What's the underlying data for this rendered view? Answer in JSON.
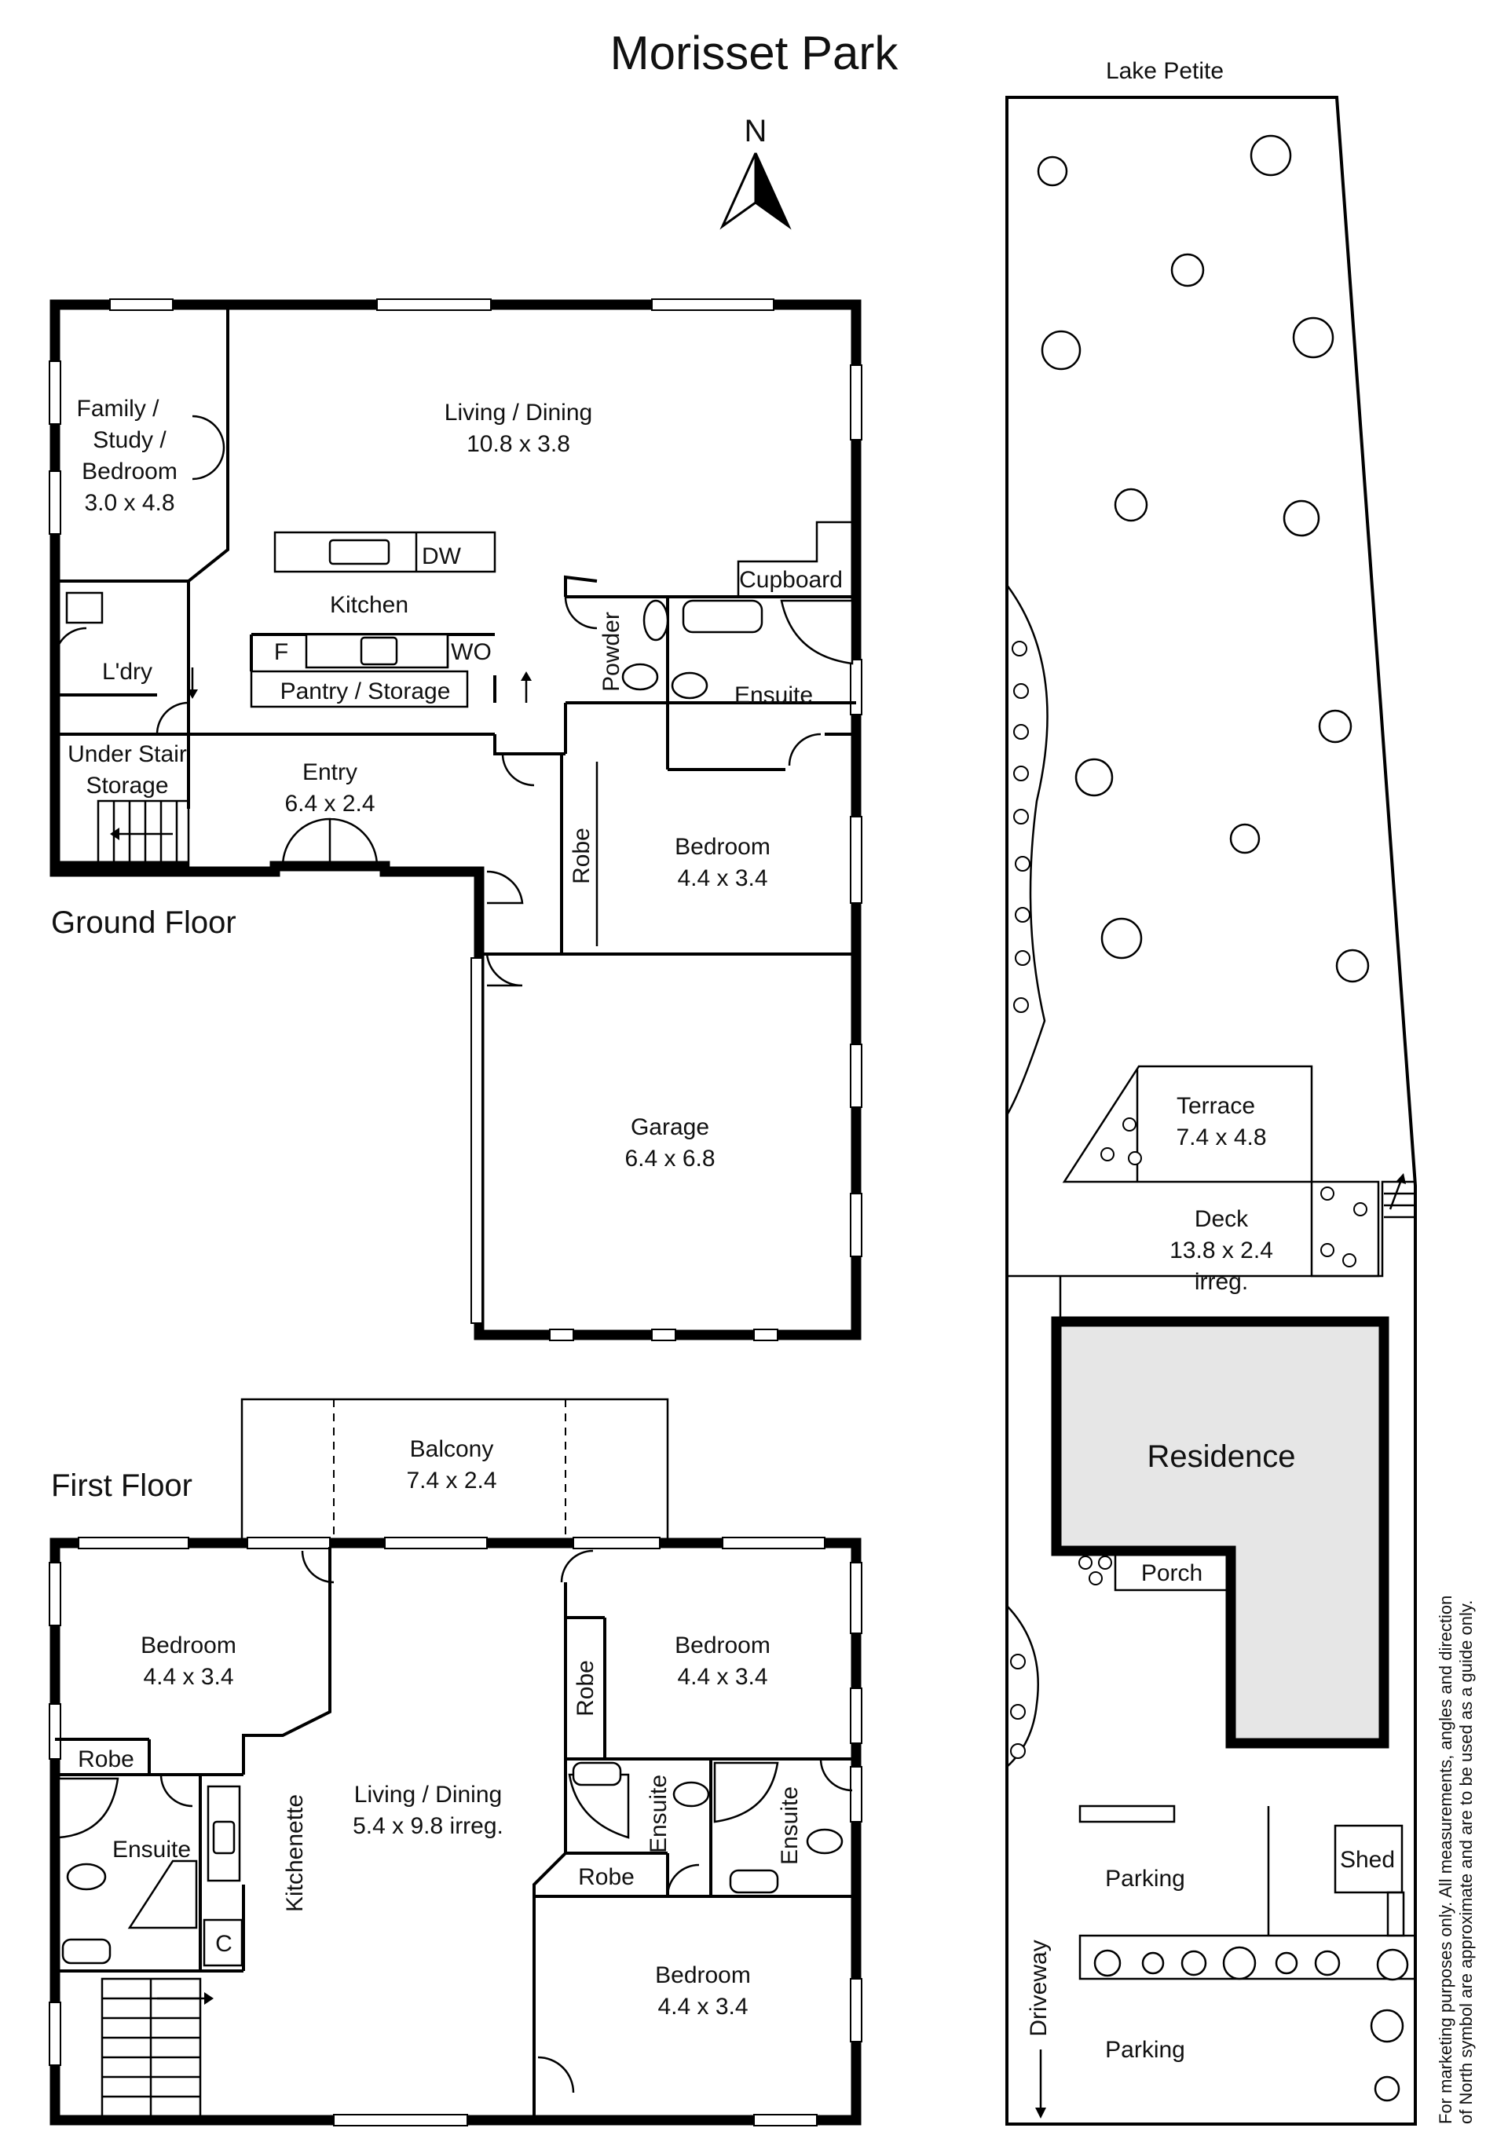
{
  "title": "Morisset Park",
  "lake": "Lake Petite",
  "north": "N",
  "floors": {
    "ground": "Ground Floor",
    "first": "First Floor"
  },
  "ground_rooms": {
    "family": [
      "Family /",
      "Study /",
      "Bedroom",
      "3.0 x 4.8"
    ],
    "living": [
      "Living / Dining",
      "10.8 x 3.8"
    ],
    "dw": "DW",
    "cupboard": "Cupboard",
    "kitchen": "Kitchen",
    "fridge": "F",
    "wo": "WO",
    "powder": "Powder",
    "ensuite": "Ensuite",
    "laundry": "L'dry",
    "pantry": "Pantry / Storage",
    "understair": [
      "Under Stair",
      "Storage"
    ],
    "entry": [
      "Entry",
      "6.4 x 2.4"
    ],
    "robe": "Robe",
    "bedroom": [
      "Bedroom",
      "4.4 x 3.4"
    ],
    "garage": [
      "Garage",
      "6.4 x 6.8"
    ]
  },
  "first_rooms": {
    "balcony": [
      "Balcony",
      "7.4 x 2.4"
    ],
    "bedroom1": [
      "Bedroom",
      "4.4 x 3.4"
    ],
    "robe1": "Robe",
    "ensuite1": "Ensuite",
    "kitchenette": "Kitchenette",
    "cupboard_c": "C",
    "living": [
      "Living / Dining",
      "5.4 x 9.8 irreg."
    ],
    "bedroom2": [
      "Bedroom",
      "4.4 x 3.4"
    ],
    "robe2": "Robe",
    "ensuite2": "Ensuite",
    "ensuite3": "Ensuite",
    "robe3": "Robe",
    "bedroom3": [
      "Bedroom",
      "4.4 x 3.4"
    ]
  },
  "site": {
    "terrace": [
      "Terrace",
      "7.4 x 4.8"
    ],
    "deck": [
      "Deck",
      "13.8 x 2.4",
      "irreg."
    ],
    "residence": "Residence",
    "porch": "Porch",
    "shed": "Shed",
    "parking1": "Parking",
    "parking2": "Parking",
    "driveway": "Driveway"
  },
  "disclaimer": [
    "For marketing purposes only. All measurements, angles and direction",
    "of North symbol are approximate and are to be used as a guide only."
  ],
  "colors": {
    "wall": "#000000",
    "residence_fill": "#e6e6e6",
    "background": "#ffffff"
  }
}
